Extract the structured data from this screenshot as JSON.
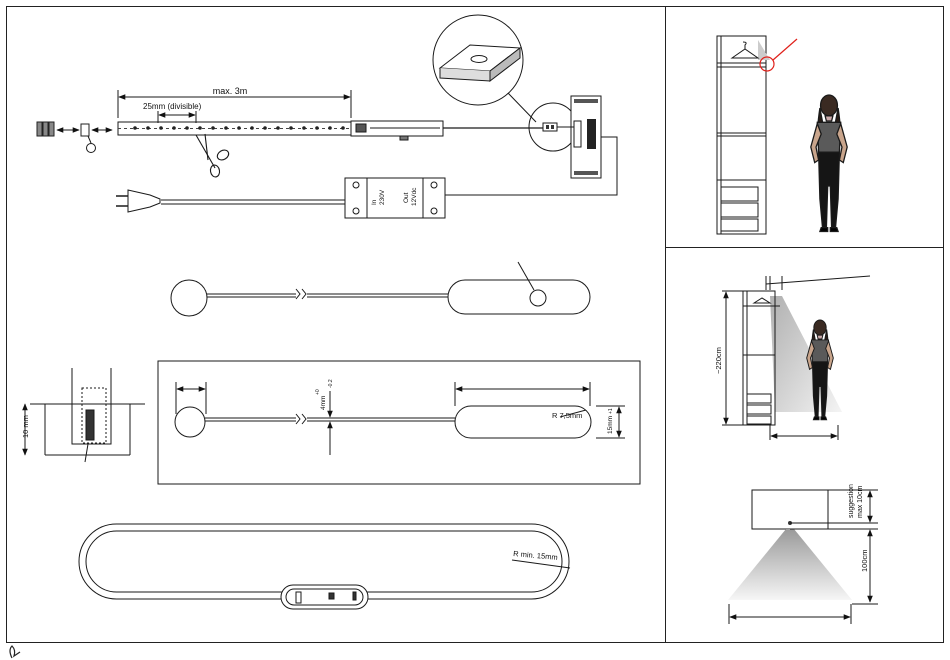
{
  "colors": {
    "ink": "#1a1a1a",
    "panel_border": "#222222",
    "cone_dark": "#a8a8a8",
    "cone_light": "#f4f4f4",
    "accent_red": "#e0201a"
  },
  "install": {
    "max_length": "max. 3m",
    "segment": "25mm  (divisible)"
  },
  "driver": {
    "label_in": "In",
    "label_in_voltage": "230V",
    "label_out": "Out",
    "label_out_voltage": "12Vdc"
  },
  "cut_detail": {
    "thickness": "10 mm"
  },
  "profile_dims": {
    "depth": "4mm",
    "depth_tol_plus": "+0",
    "depth_tol_minus": "-0.2",
    "radius": "R 7,5mm",
    "height": "15mm",
    "height_tol": "+1"
  },
  "loop": {
    "min_radius": "R min. 15mm"
  },
  "wardrobe_side": {
    "height": "~220cm"
  },
  "mount_detail": {
    "suggestion_1": "suggestion",
    "suggestion_2": "max 10cm",
    "distance": "100cm"
  },
  "icons": [
    "hanger-icon",
    "scissors-icon",
    "power-plug-icon",
    "standing-woman-figure"
  ]
}
